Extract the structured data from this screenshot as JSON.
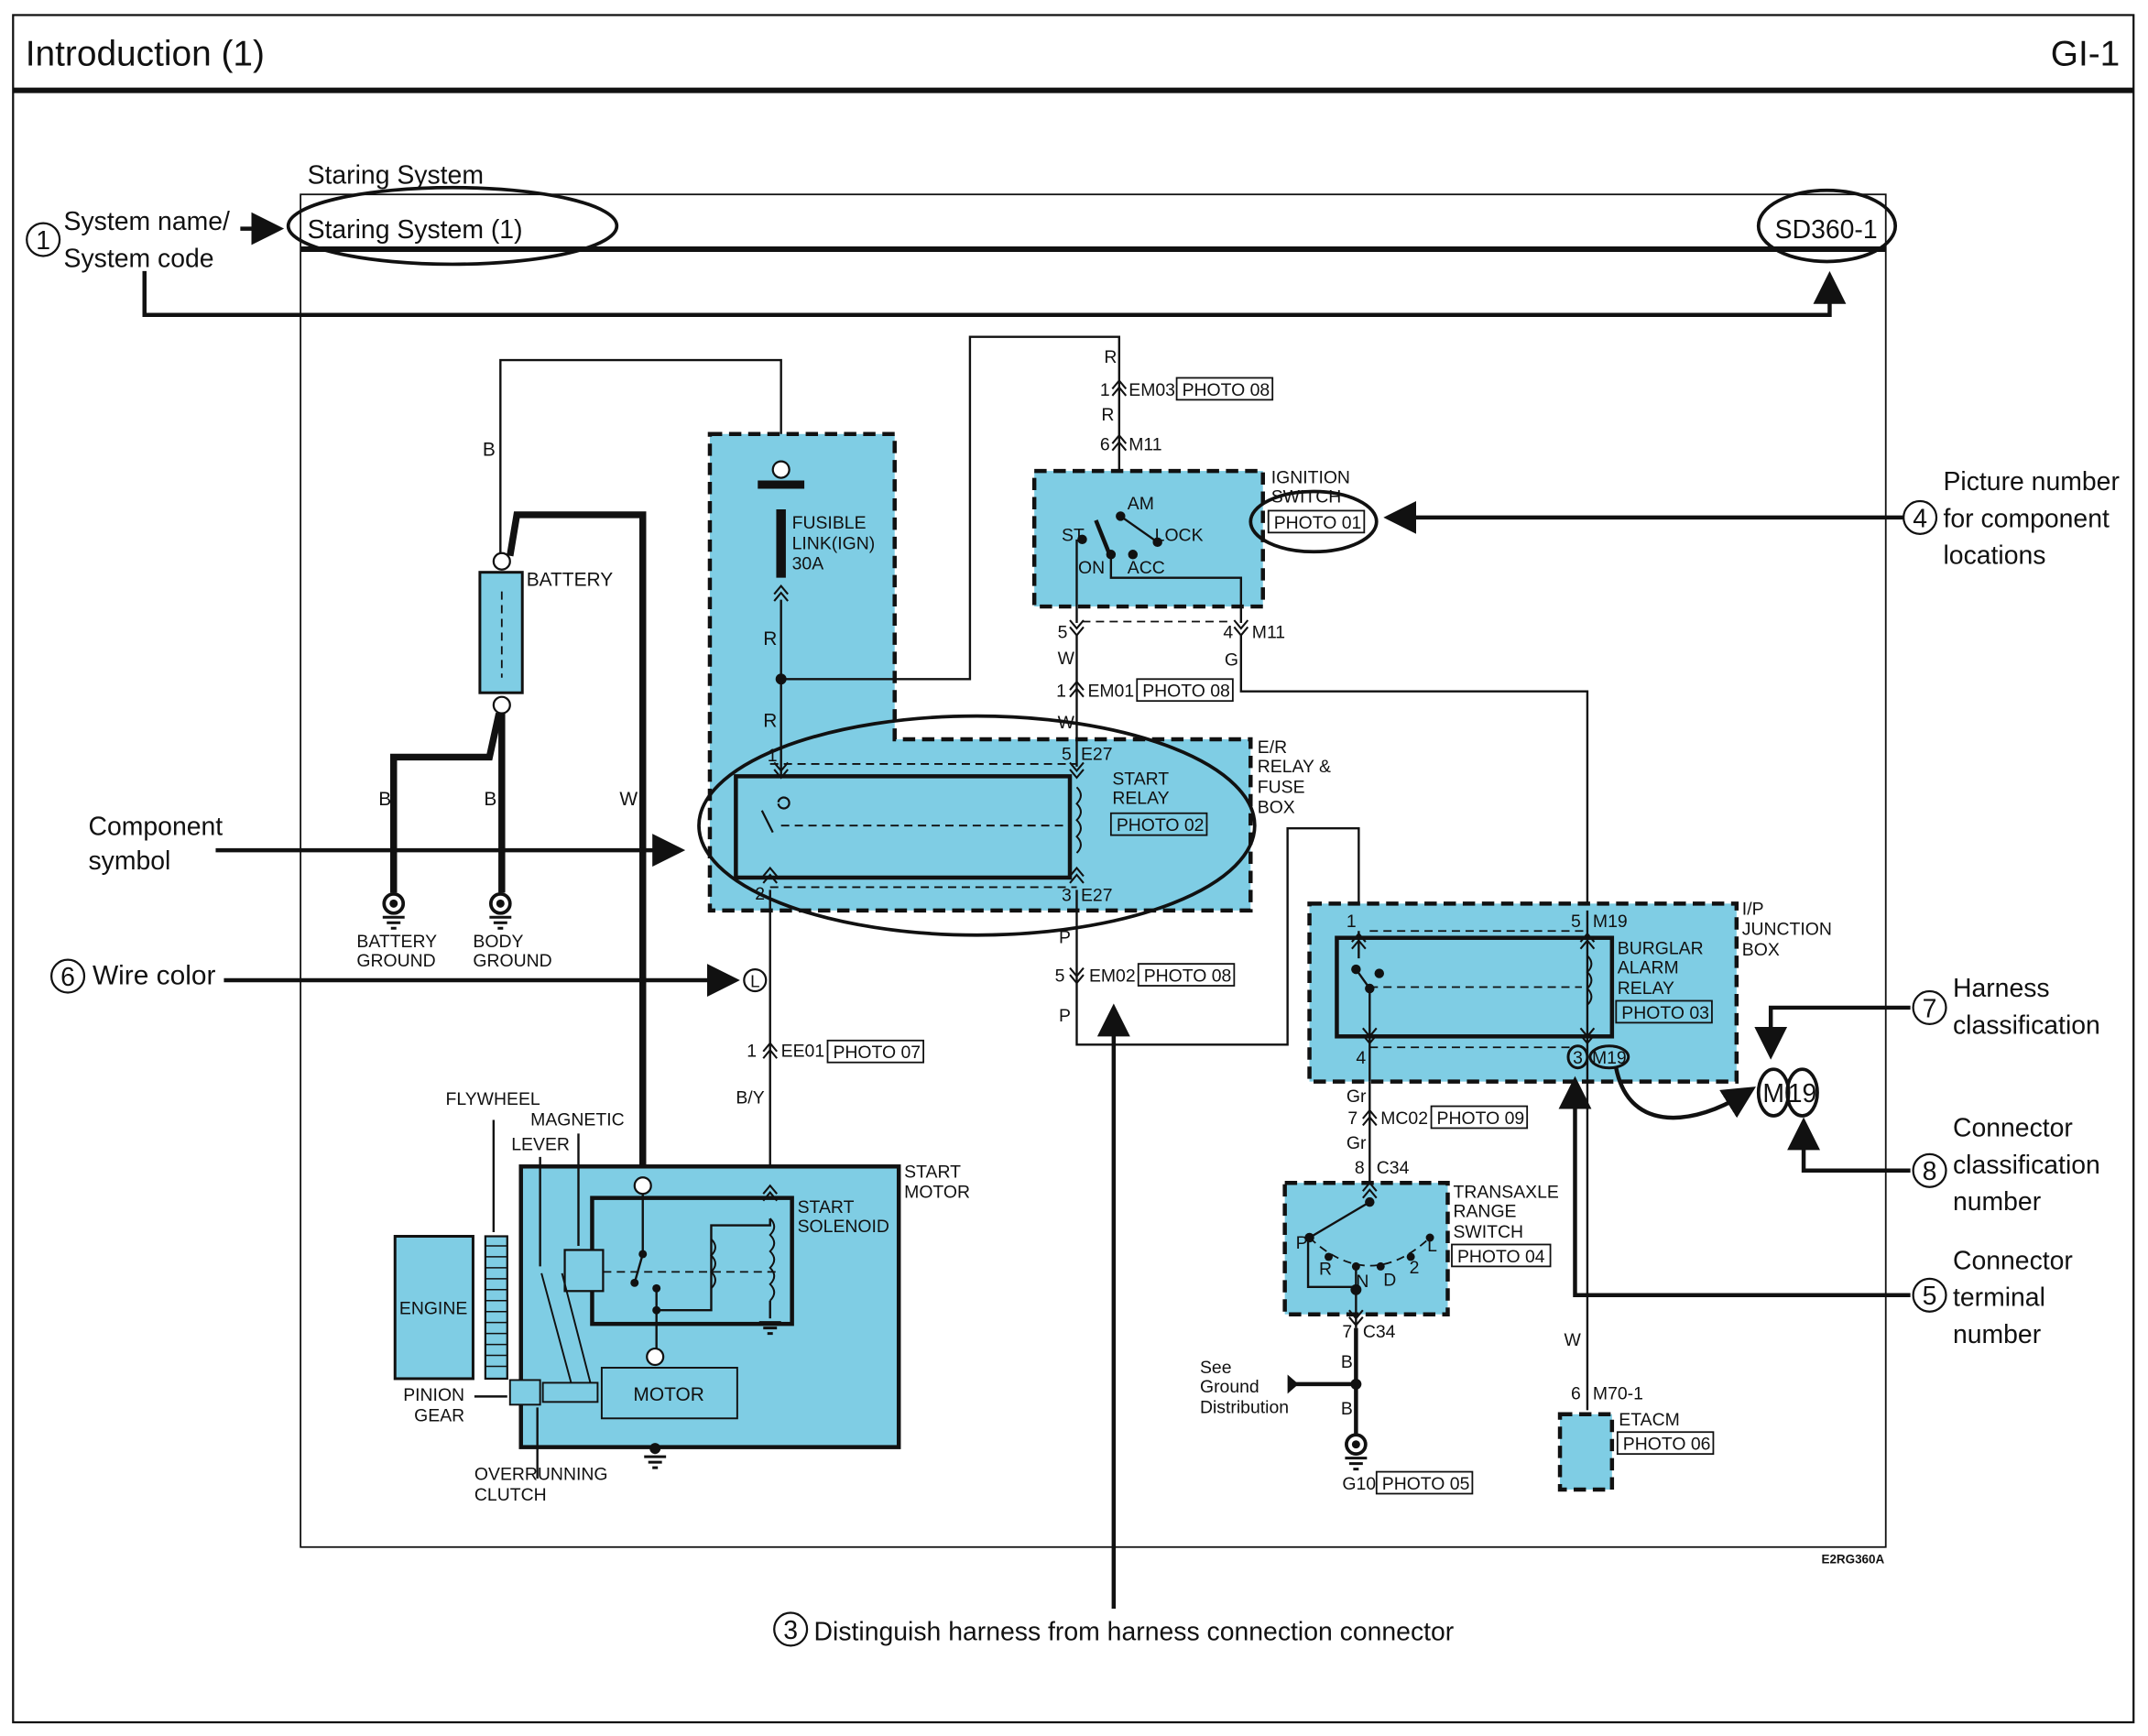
{
  "header": {
    "title": "Introduction (1)",
    "page_code": "GI-1"
  },
  "diagram_header": {
    "system_caption": "Staring System",
    "system_title": "Staring System (1)",
    "system_code": "SD360-1",
    "figure_code": "E2RG360A"
  },
  "callouts": [
    {
      "number": "1",
      "lines": [
        "System name/",
        "System code"
      ]
    },
    {
      "number": "3",
      "lines": [
        "Distinguish harness from harness connection connector"
      ]
    },
    {
      "number": "4",
      "lines": [
        "Picture number",
        "for component",
        "locations"
      ]
    },
    {
      "number": "5",
      "lines": [
        "Connector",
        "terminal",
        "number"
      ]
    },
    {
      "number": "6",
      "lines": [
        "Wire color"
      ]
    },
    {
      "number": "7",
      "lines": [
        "Harness",
        "classification"
      ]
    },
    {
      "number": "8",
      "lines": [
        "Connector",
        "classification",
        "number"
      ]
    }
  ],
  "component_symbol_callout": [
    "Component",
    "symbol"
  ],
  "wire_color_example": "L",
  "harness_example": {
    "harness": "M",
    "number": "19"
  },
  "components": {
    "battery": "BATTERY",
    "battery_ground": [
      "BATTERY",
      "GROUND"
    ],
    "body_ground": [
      "BODY",
      "GROUND"
    ],
    "fusible_link": [
      "FUSIBLE",
      "LINK(IGN)",
      "30A"
    ],
    "start_relay": [
      "START",
      "RELAY"
    ],
    "start_relay_photo": "PHOTO 02",
    "er_box": [
      "E/R",
      "RELAY &",
      "FUSE",
      "BOX"
    ],
    "ignition_switch": [
      "IGNITION",
      "SWITCH"
    ],
    "ignition_photo": "PHOTO 01",
    "ignition_positions": [
      "AM",
      "ST",
      "LOCK",
      "ON",
      "ACC"
    ],
    "start_motor": [
      "START",
      "MOTOR"
    ],
    "start_solenoid": [
      "START",
      "SOLENOID"
    ],
    "motor": "MOTOR",
    "engine": "ENGINE",
    "flywheel": "FLYWHEEL",
    "magnetic_lever": [
      "MAGNETIC",
      "LEVER"
    ],
    "pinion_gear": [
      "PINION",
      "GEAR"
    ],
    "overrunning_clutch": [
      "OVERRUNNING",
      "CLUTCH"
    ],
    "burglar_relay": [
      "BURGLAR",
      "ALARM",
      "RELAY"
    ],
    "burglar_photo": "PHOTO 03",
    "ip_box": [
      "I/P",
      "JUNCTION",
      "BOX"
    ],
    "transaxle": [
      "TRANSAXLE",
      "RANGE",
      "SWITCH"
    ],
    "transaxle_photo": "PHOTO 04",
    "transaxle_positions": [
      "P",
      "R",
      "N",
      "D",
      "2",
      "L"
    ],
    "etacm": "ETACM",
    "etacm_photo": "PHOTO 06",
    "ground_ref": [
      "See",
      "Ground",
      "Distribution"
    ],
    "g10": "G10",
    "g10_photo": "PHOTO 05"
  },
  "connectors": {
    "em03": {
      "pin": "1",
      "id": "EM03",
      "photo": "PHOTO 08"
    },
    "m11_6": {
      "pin": "6",
      "id": "M11"
    },
    "m11_5": {
      "pin": "5"
    },
    "m11_4": {
      "pin": "4",
      "id": "M11"
    },
    "em01": {
      "pin": "1",
      "id": "EM01",
      "photo": "PHOTO 08"
    },
    "e27_1": {
      "pin": "1"
    },
    "e27_5": {
      "pin": "5",
      "id": "E27"
    },
    "e27_2": {
      "pin": "2"
    },
    "e27_3": {
      "pin": "3",
      "id": "E27"
    },
    "em02": {
      "pin": "5",
      "id": "EM02",
      "photo": "PHOTO 08"
    },
    "ee01": {
      "pin": "1",
      "id": "EE01",
      "photo": "PHOTO 07"
    },
    "m19_1": {
      "pin": "1"
    },
    "m19_5": {
      "pin": "5",
      "id": "M19"
    },
    "m19_4": {
      "pin": "4"
    },
    "m19_3": {
      "pin": "3",
      "id": "M19"
    },
    "mc02": {
      "pin": "7",
      "id": "MC02",
      "photo": "PHOTO 09"
    },
    "c34_8": {
      "pin": "8",
      "id": "C34"
    },
    "c34_7": {
      "pin": "7",
      "id": "C34"
    },
    "m70": {
      "pin": "6",
      "id": "M70-1"
    }
  },
  "wire_colors": {
    "b_top": "B",
    "b_left": "B",
    "b_mid": "B",
    "w_motor": "W",
    "r1": "R",
    "r2": "R",
    "r3": "R",
    "r4": "R",
    "w1": "W",
    "w2": "W",
    "g": "G",
    "p1": "P",
    "p2": "P",
    "by": "B/Y",
    "gr1": "Gr",
    "gr2": "Gr",
    "b_g1": "B",
    "b_g2": "B",
    "w_etacm": "W"
  },
  "colors": {
    "component_fill": "#7fcde4",
    "line": "#111111"
  }
}
